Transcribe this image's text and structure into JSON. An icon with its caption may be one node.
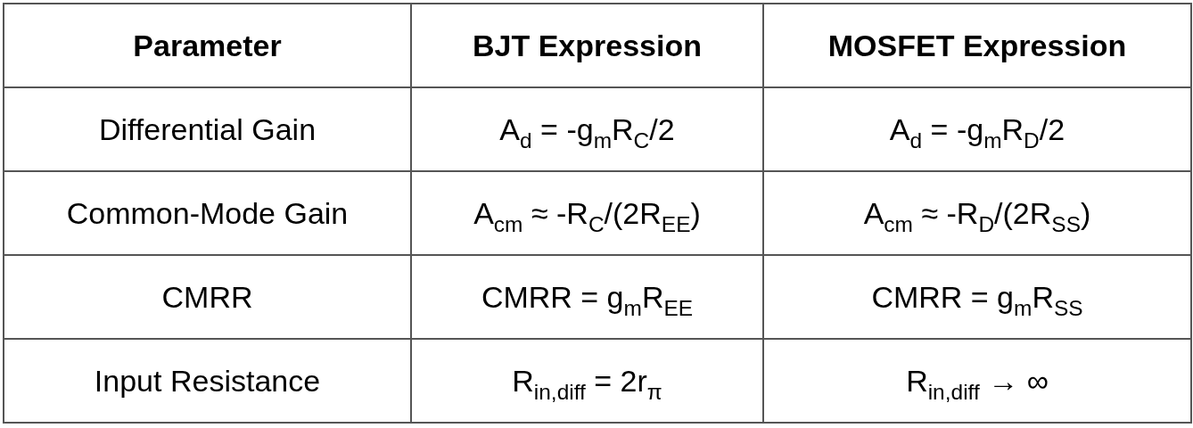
{
  "diagram": {
    "labels": [
      "Parameter",
      "BJT Expression",
      "MOSFET Expression",
      "Differential Gain",
      "A$_{d}$ = -g$_{m}$R$_{C}$/2",
      "A$_{d}$ = -g$_{m}$R$_{D}$/2",
      "Common-Mode Gain",
      "A$_{cm}$ ≈ -R$_{C}$/(2R$_{EE}$)",
      "A$_{cm}$ ≈ -R$_{D}$/(2R$_{SS}$)",
      "CMRR",
      "CMRR = g$_{m}$R$_{EE}$",
      "CMRR = g$_{m}$R$_{SS}$",
      "Input Resistance",
      "R$_{in,diff}$ = 2r$_{π}$",
      "R$_{in,diff}$ → ∞"
    ]
  }
}
